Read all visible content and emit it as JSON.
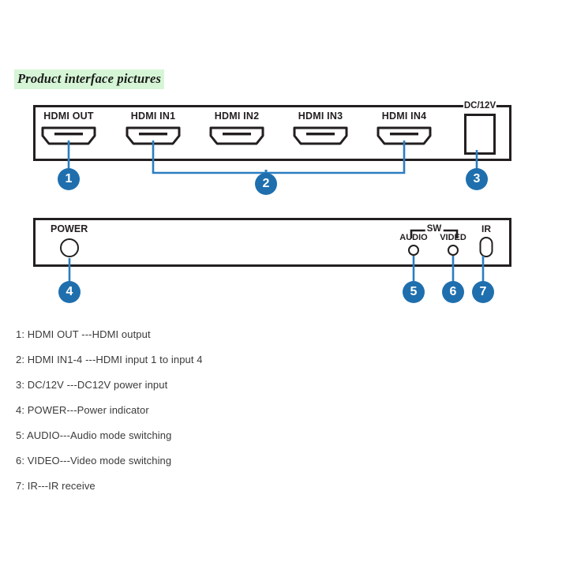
{
  "title": "Product interface pictures",
  "colors": {
    "callout_blue": "#1f6fae",
    "line_blue": "#2b7ec1",
    "outline": "#231f20",
    "title_highlight": "#d6f5d6"
  },
  "rear_panel": {
    "name": "rear-panel",
    "ports": [
      {
        "label": "HDMI OUT",
        "icon": "hdmi-port-icon"
      },
      {
        "label": "HDMI IN1",
        "icon": "hdmi-port-icon"
      },
      {
        "label": "HDMI IN2",
        "icon": "hdmi-port-icon"
      },
      {
        "label": "HDMI IN3",
        "icon": "hdmi-port-icon"
      },
      {
        "label": "HDMI IN4",
        "icon": "hdmi-port-icon"
      }
    ],
    "dc_jack": {
      "label": "DC/12V",
      "icon": "dc-power-jack-icon"
    }
  },
  "front_panel": {
    "name": "front-panel",
    "power": {
      "label": "POWER",
      "icon": "power-led-icon"
    },
    "sw_bracket": {
      "label": "SW"
    },
    "buttons": [
      {
        "label": "AUDIO",
        "icon": "audio-button-icon"
      },
      {
        "label": "VIDED",
        "icon": "video-button-icon"
      }
    ],
    "ir": {
      "label": "IR",
      "icon": "ir-receiver-icon"
    }
  },
  "callouts": [
    {
      "number": "1",
      "target": "HDMI OUT"
    },
    {
      "number": "2",
      "target": "HDMI IN1-4"
    },
    {
      "number": "3",
      "target": "DC/12V"
    },
    {
      "number": "4",
      "target": "POWER"
    },
    {
      "number": "5",
      "target": "AUDIO"
    },
    {
      "number": "6",
      "target": "VIDEO"
    },
    {
      "number": "7",
      "target": "IR"
    }
  ],
  "legend": [
    "1: HDMI OUT ---HDMI output",
    "2: HDMI IN1-4 ---HDMI input 1 to input 4",
    "3: DC/12V ---DC12V power input",
    "4: POWER---Power indicator",
    "5: AUDIO---Audio mode switching",
    "6: VIDEO---Video mode switching",
    "7: IR---IR receive"
  ]
}
